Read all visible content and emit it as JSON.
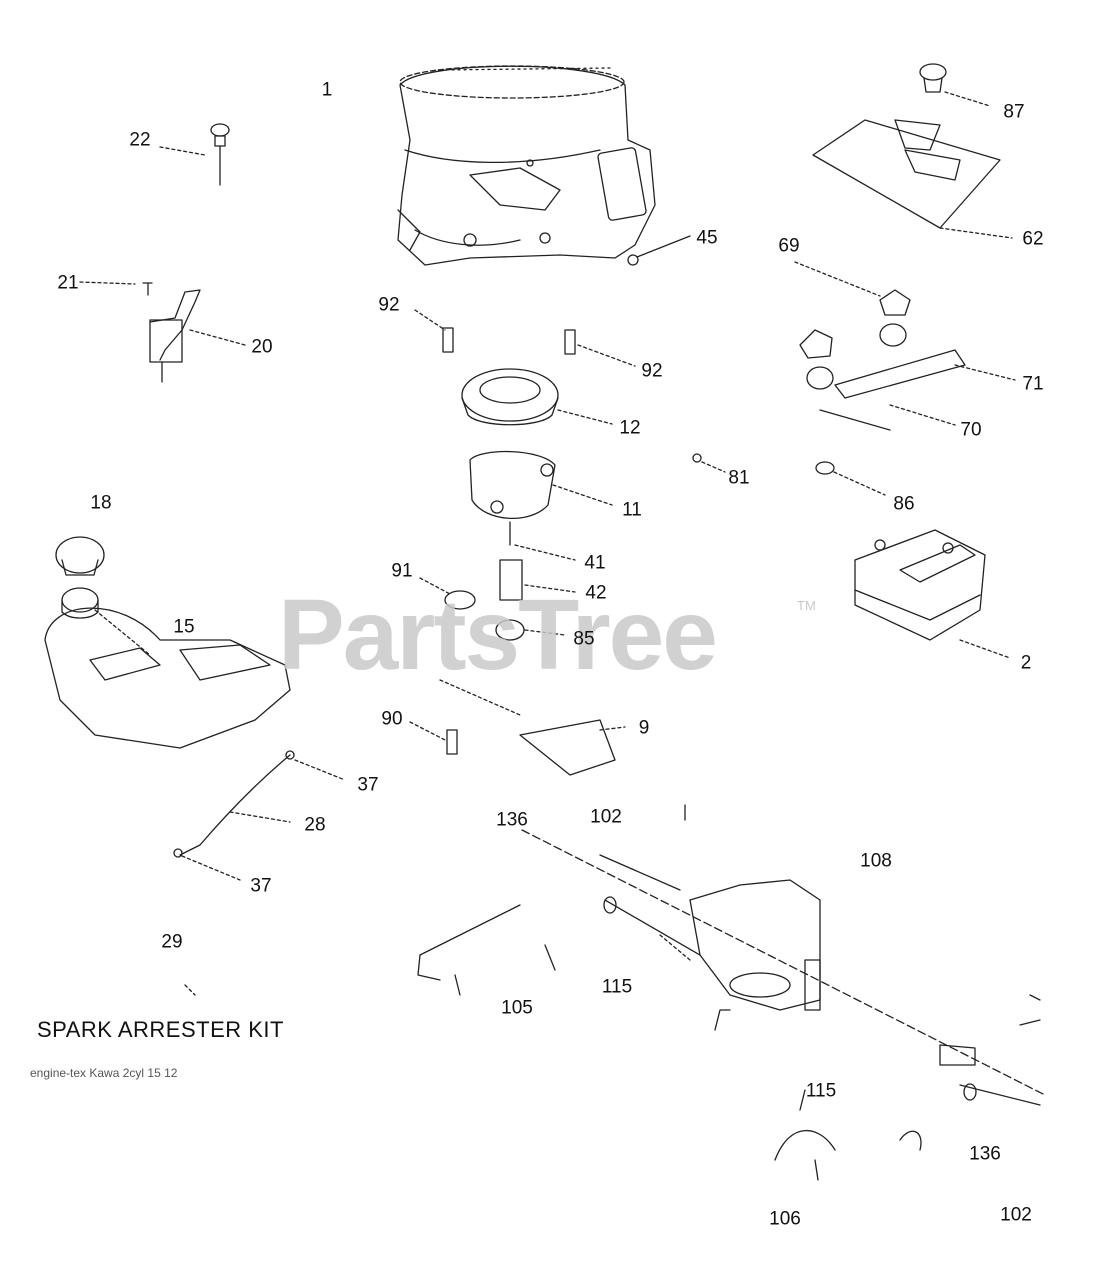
{
  "watermark": {
    "brand": "PartsTree",
    "trademark": "TM"
  },
  "kit_title": "SPARK ARRESTER KIT",
  "engine_note": "engine-tex Kawa 2cyl 15 12",
  "callouts": [
    "1",
    "22",
    "87",
    "62",
    "45",
    "69",
    "21",
    "20",
    "92",
    "92",
    "71",
    "12",
    "70",
    "81",
    "86",
    "11",
    "18",
    "41",
    "42",
    "91",
    "15",
    "85",
    "2",
    "90",
    "9",
    "37",
    "28",
    "37",
    "136",
    "102",
    "108",
    "29",
    "115",
    "105",
    "115",
    "136",
    "106",
    "102"
  ]
}
